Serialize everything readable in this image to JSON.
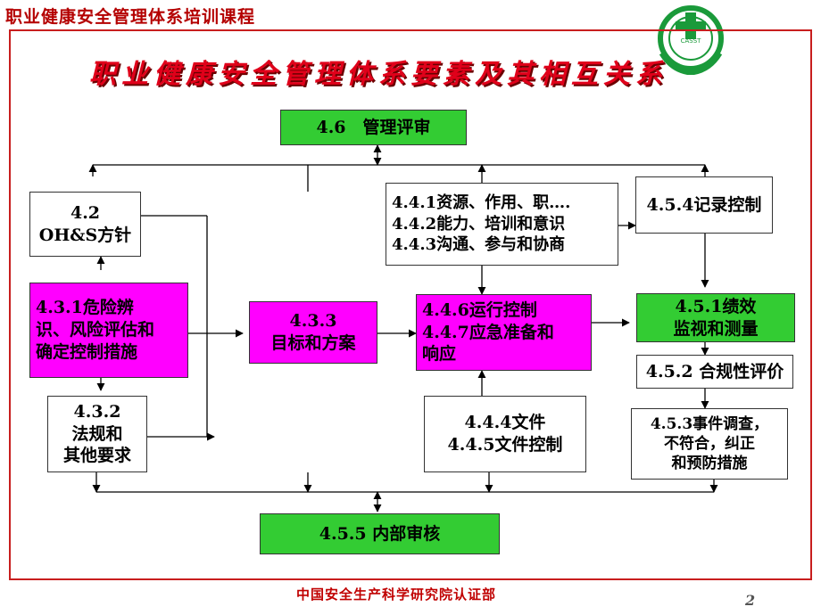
{
  "header": {
    "course_title": "职业健康安全管理体系培训课程"
  },
  "logo": {
    "text": "CASST",
    "icon": "green-cross-wreath-logo"
  },
  "diagram": {
    "title": "职业健康安全管理体系要素及其相互关系",
    "boxes": {
      "review": [
        "4.6　管理评审"
      ],
      "policy": [
        "4.2",
        "OH&S方针"
      ],
      "hazard": [
        "4.3.1危险辨",
        "识、风险评估和",
        "确定控制措施"
      ],
      "legal": [
        "4.3.2",
        "法规和",
        "其他要求"
      ],
      "objectives": [
        "4.3.3",
        "目标和方案"
      ],
      "resources": [
        "4.4.1资源、作用、职….",
        "4.4.2能力、培训和意识",
        "4.4.3沟通、参与和协商"
      ],
      "operation": [
        "4.4.6运行控制",
        "4.4.7应急准备和",
        "响应"
      ],
      "documents": [
        "4.4.4文件",
        "4.4.5文件控制"
      ],
      "records": [
        "4.5.4记录控制"
      ],
      "monitoring": [
        "4.5.1绩效",
        "监视和测量"
      ],
      "compliance": [
        "4.5.2 合规性评价"
      ],
      "incident": [
        "4.5.3事件调查，",
        "不符合，纠正",
        "和预防措施"
      ],
      "audit": [
        "4.5.5 内部审核"
      ]
    }
  },
  "footer": {
    "organization": "中国安全生产科学研究院认证部",
    "page_number": "2"
  },
  "colors": {
    "green_box": "#33cc33",
    "magenta_box": "#ff00ff",
    "title_red": "#e0001a",
    "frame_red": "#c81e1e"
  }
}
